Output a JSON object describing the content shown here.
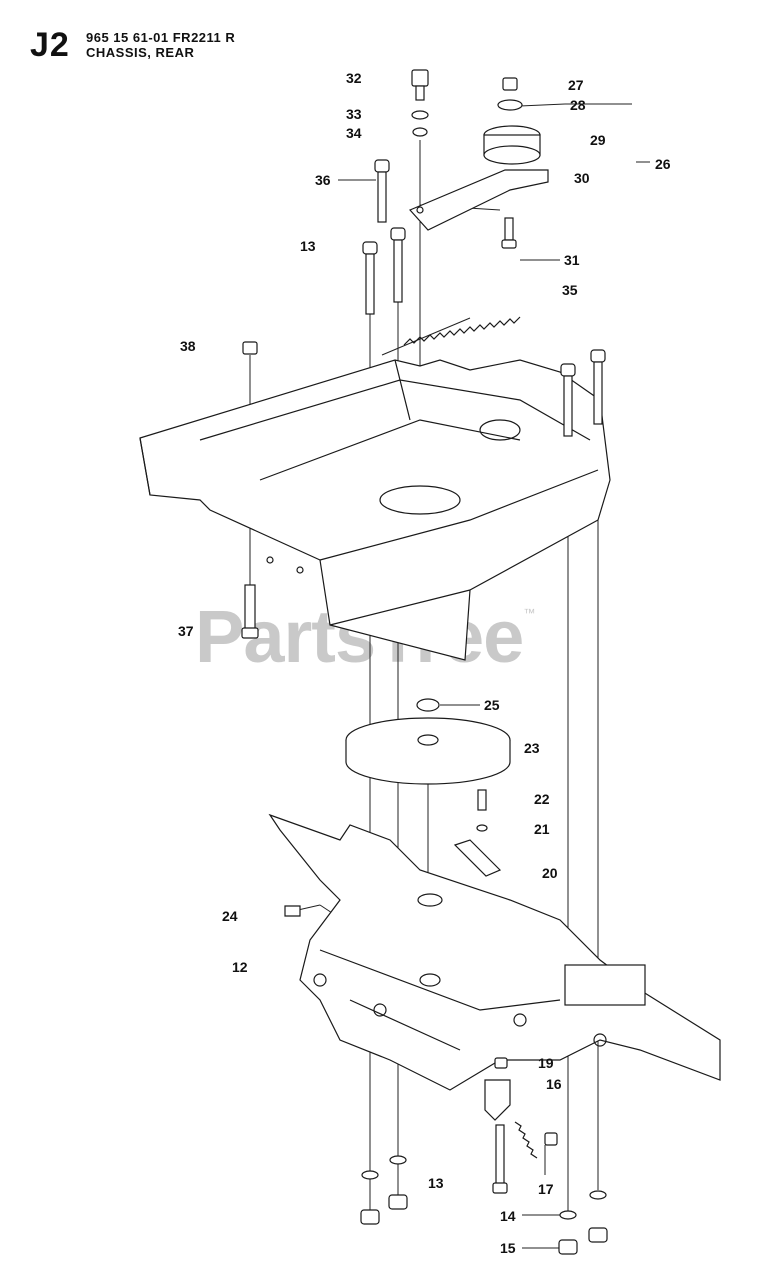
{
  "header": {
    "section_code": "J2",
    "part_number_line": "965 15 61-01 FR2211 R",
    "section_title": "CHASSIS, REAR"
  },
  "watermark": {
    "text": "PartsTree",
    "trademark": "™"
  },
  "callouts": {
    "c32": "32",
    "c33": "33",
    "c34": "34",
    "c36": "36",
    "c13a": "13",
    "c27": "27",
    "c28": "28",
    "c29": "29",
    "c30": "30",
    "c26": "26",
    "c31": "31",
    "c35": "35",
    "c38": "38",
    "c37": "37",
    "c25": "25",
    "c23": "23",
    "c22": "22",
    "c21": "21",
    "c20": "20",
    "c24": "24",
    "c12": "12",
    "c19": "19",
    "c16": "16",
    "c17": "17",
    "c13b": "13",
    "c14": "14",
    "c15": "15"
  }
}
